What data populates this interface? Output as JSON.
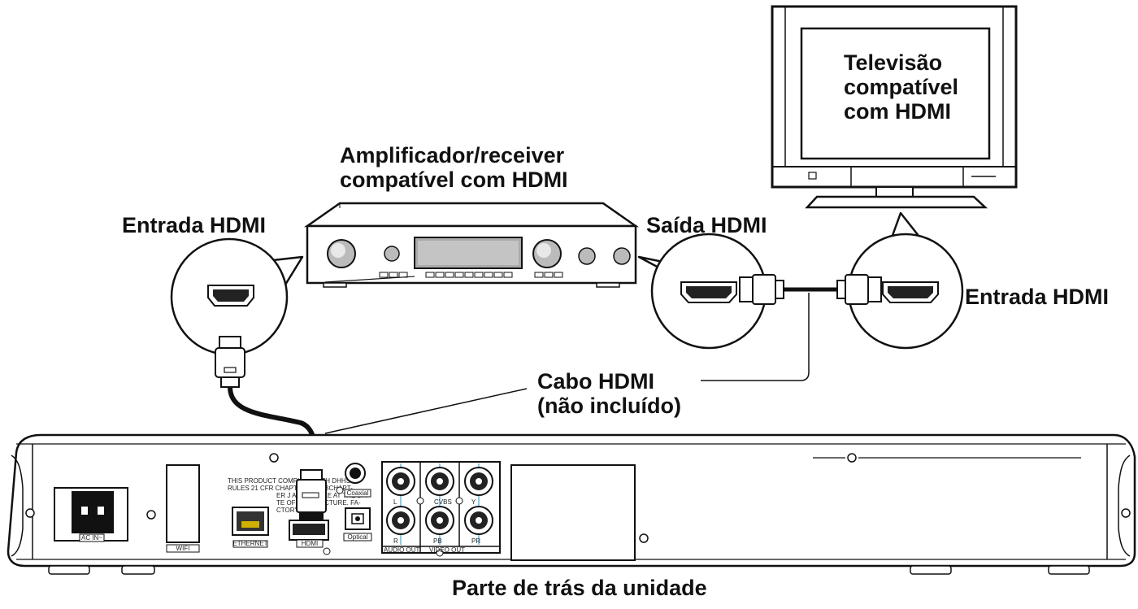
{
  "labels": {
    "tv": [
      "Televisão",
      "compatível",
      "com HDMI"
    ],
    "amplifier": [
      "Amplificador/receiver",
      "compatível com HDMI"
    ],
    "hdmi_in_left": "Entrada HDMI",
    "hdmi_out": "Saída HDMI",
    "hdmi_in_right": "Entrada HDMI",
    "cable": [
      "Cabo HDMI",
      "(não incluído)"
    ],
    "unit_rear": "Parte de trás da unidade"
  },
  "panel": {
    "ac_in": "AC IN~",
    "wifi": "WIFI",
    "ethernet": "ETHERNET",
    "hdmi": "HDMI",
    "optical": "Optical",
    "coaxial": "Coaxial",
    "audio_out": "AUDIO OUT",
    "video_out": "VIDEO  OUT",
    "jack_l": "L",
    "jack_r": "R",
    "jack_cvbs": "CVBS",
    "jack_y": "Y",
    "jack_pb": "PB",
    "jack_pr": "PR",
    "compliance": [
      "THIS PRODUCT COMPLIES WITH DHHS",
      "RULES 21 CFR CHAPTER 1, SUBCHAPT-",
      "ER J APPLICABLE AT THE DA-",
      "TE OF MANUFACTURE. FA-",
      "CTORY."
    ]
  }
}
